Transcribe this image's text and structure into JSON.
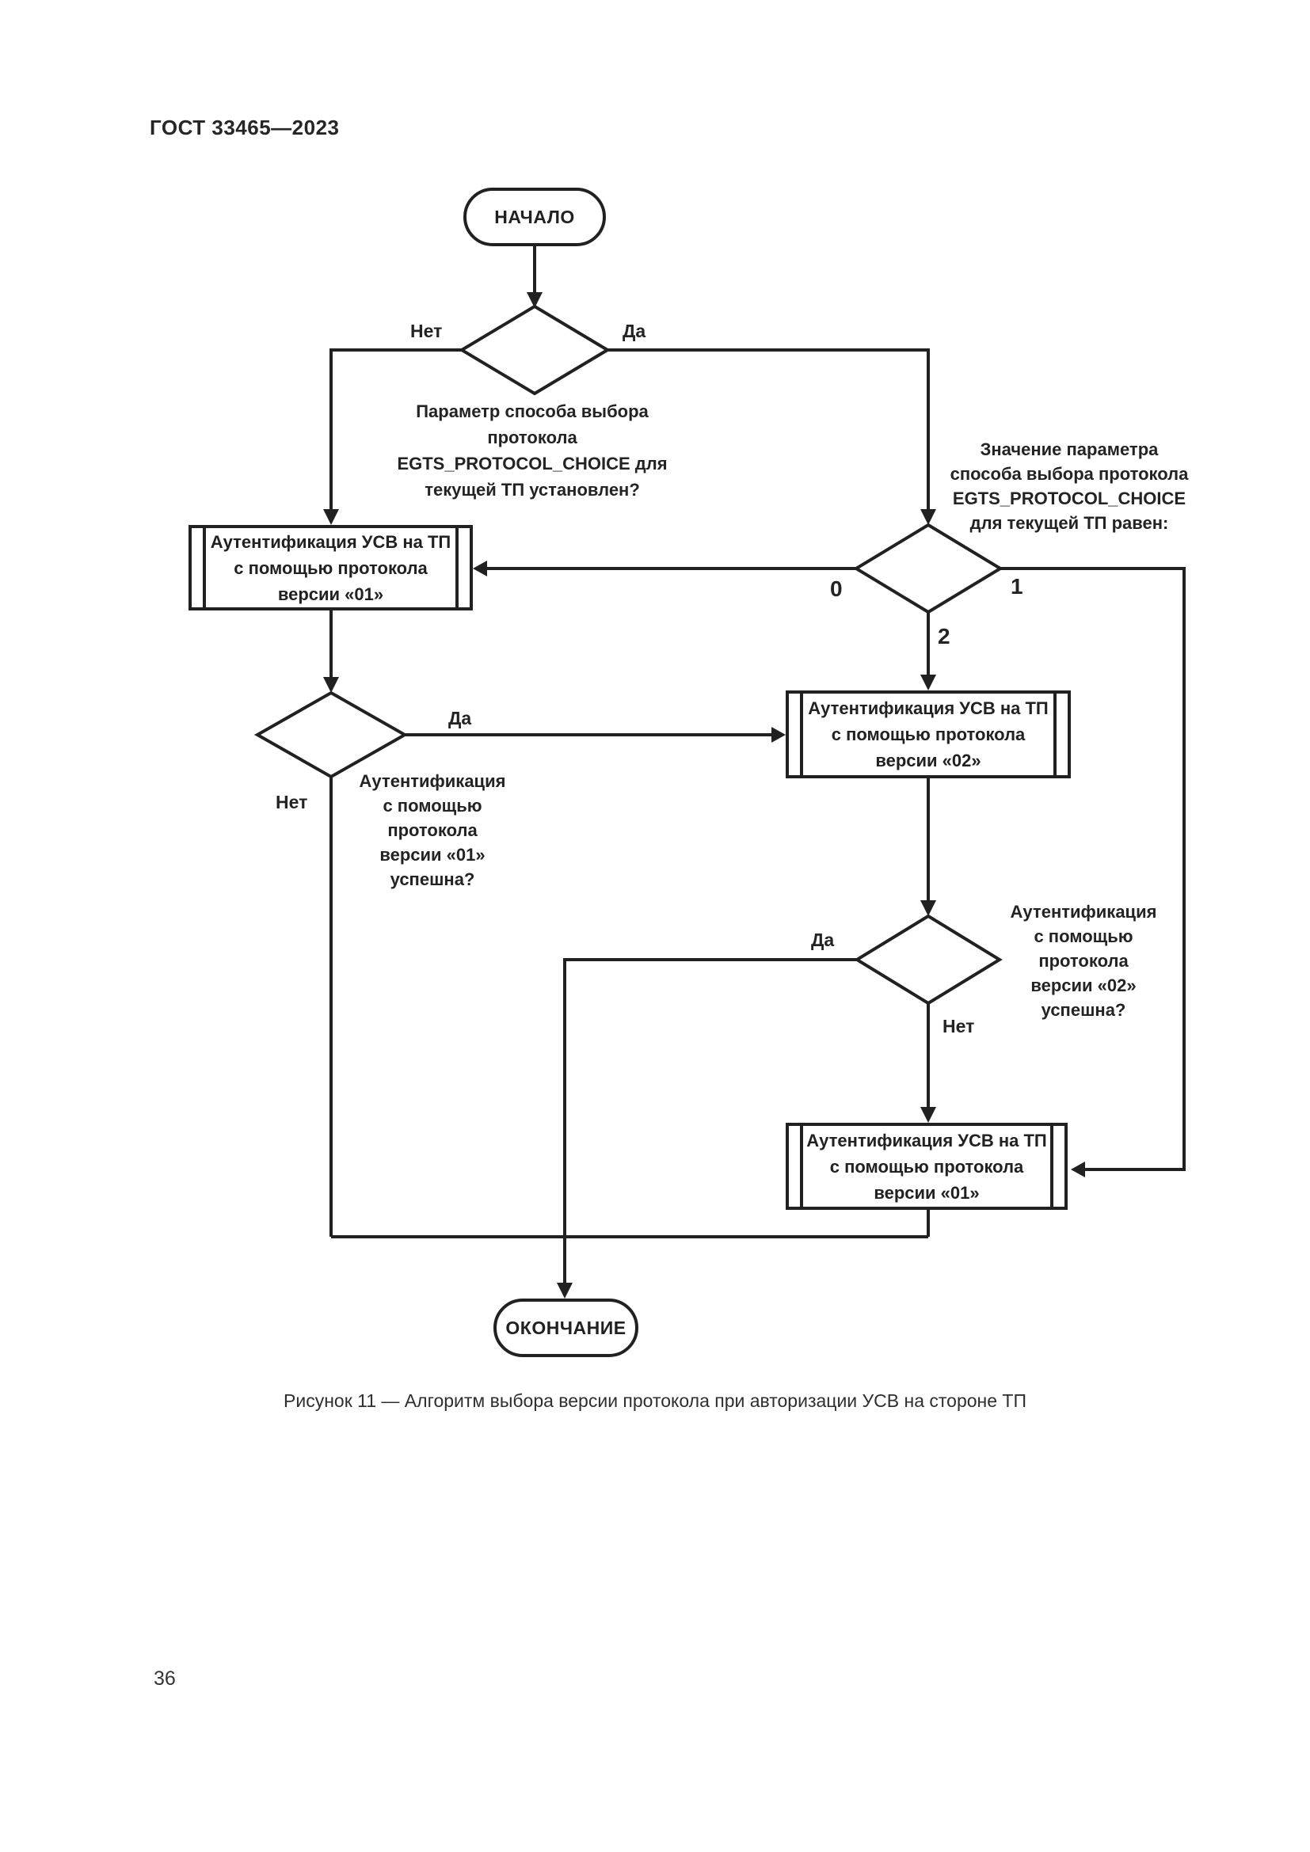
{
  "page": {
    "header": "ГОСТ 33465—2023",
    "caption": "Рисунок 11 — Алгоритм выбора версии протокола при авторизации УСВ на стороне ТП",
    "page_number": "36"
  },
  "flowchart": {
    "start_label": "НАЧАЛО",
    "end_label": "ОКОНЧАНИЕ",
    "d1_question": "Параметр способа выбора\nпротокола\nEGTS_PROTOCOL_CHOICE для\nтекущей ТП установлен?",
    "d1_no": "Нет",
    "d1_yes": "Да",
    "d2_question": "Значение параметра\nспособа выбора протокола\nEGTS_PROTOCOL_CHOICE\nдля текущей ТП равен:",
    "d2_val0": "0",
    "d2_val1": "1",
    "d2_val2": "2",
    "p01_top": "Аутентификация УСВ на ТП\nс помощью протокола\nверсии «01»",
    "p02": "Аутентификация УСВ на ТП\nс помощью протокола\nверсии «02»",
    "p01_bottom": "Аутентификация УСВ на ТП\nс помощью протокола\nверсии «01»",
    "d3_question": "Аутентификация\nс помощью\nпротокола\nверсии «01»\nуспешна?",
    "d3_yes": "Да",
    "d3_no": "Нет",
    "d4_question": "Аутентификация\nс помощью\nпротокола\nверсии «02»\nуспешна?",
    "d4_yes": "Да",
    "d4_no": "Нет",
    "colors": {
      "line": "#212121",
      "text": "#1f1f1f",
      "background": "#ffffff"
    }
  }
}
